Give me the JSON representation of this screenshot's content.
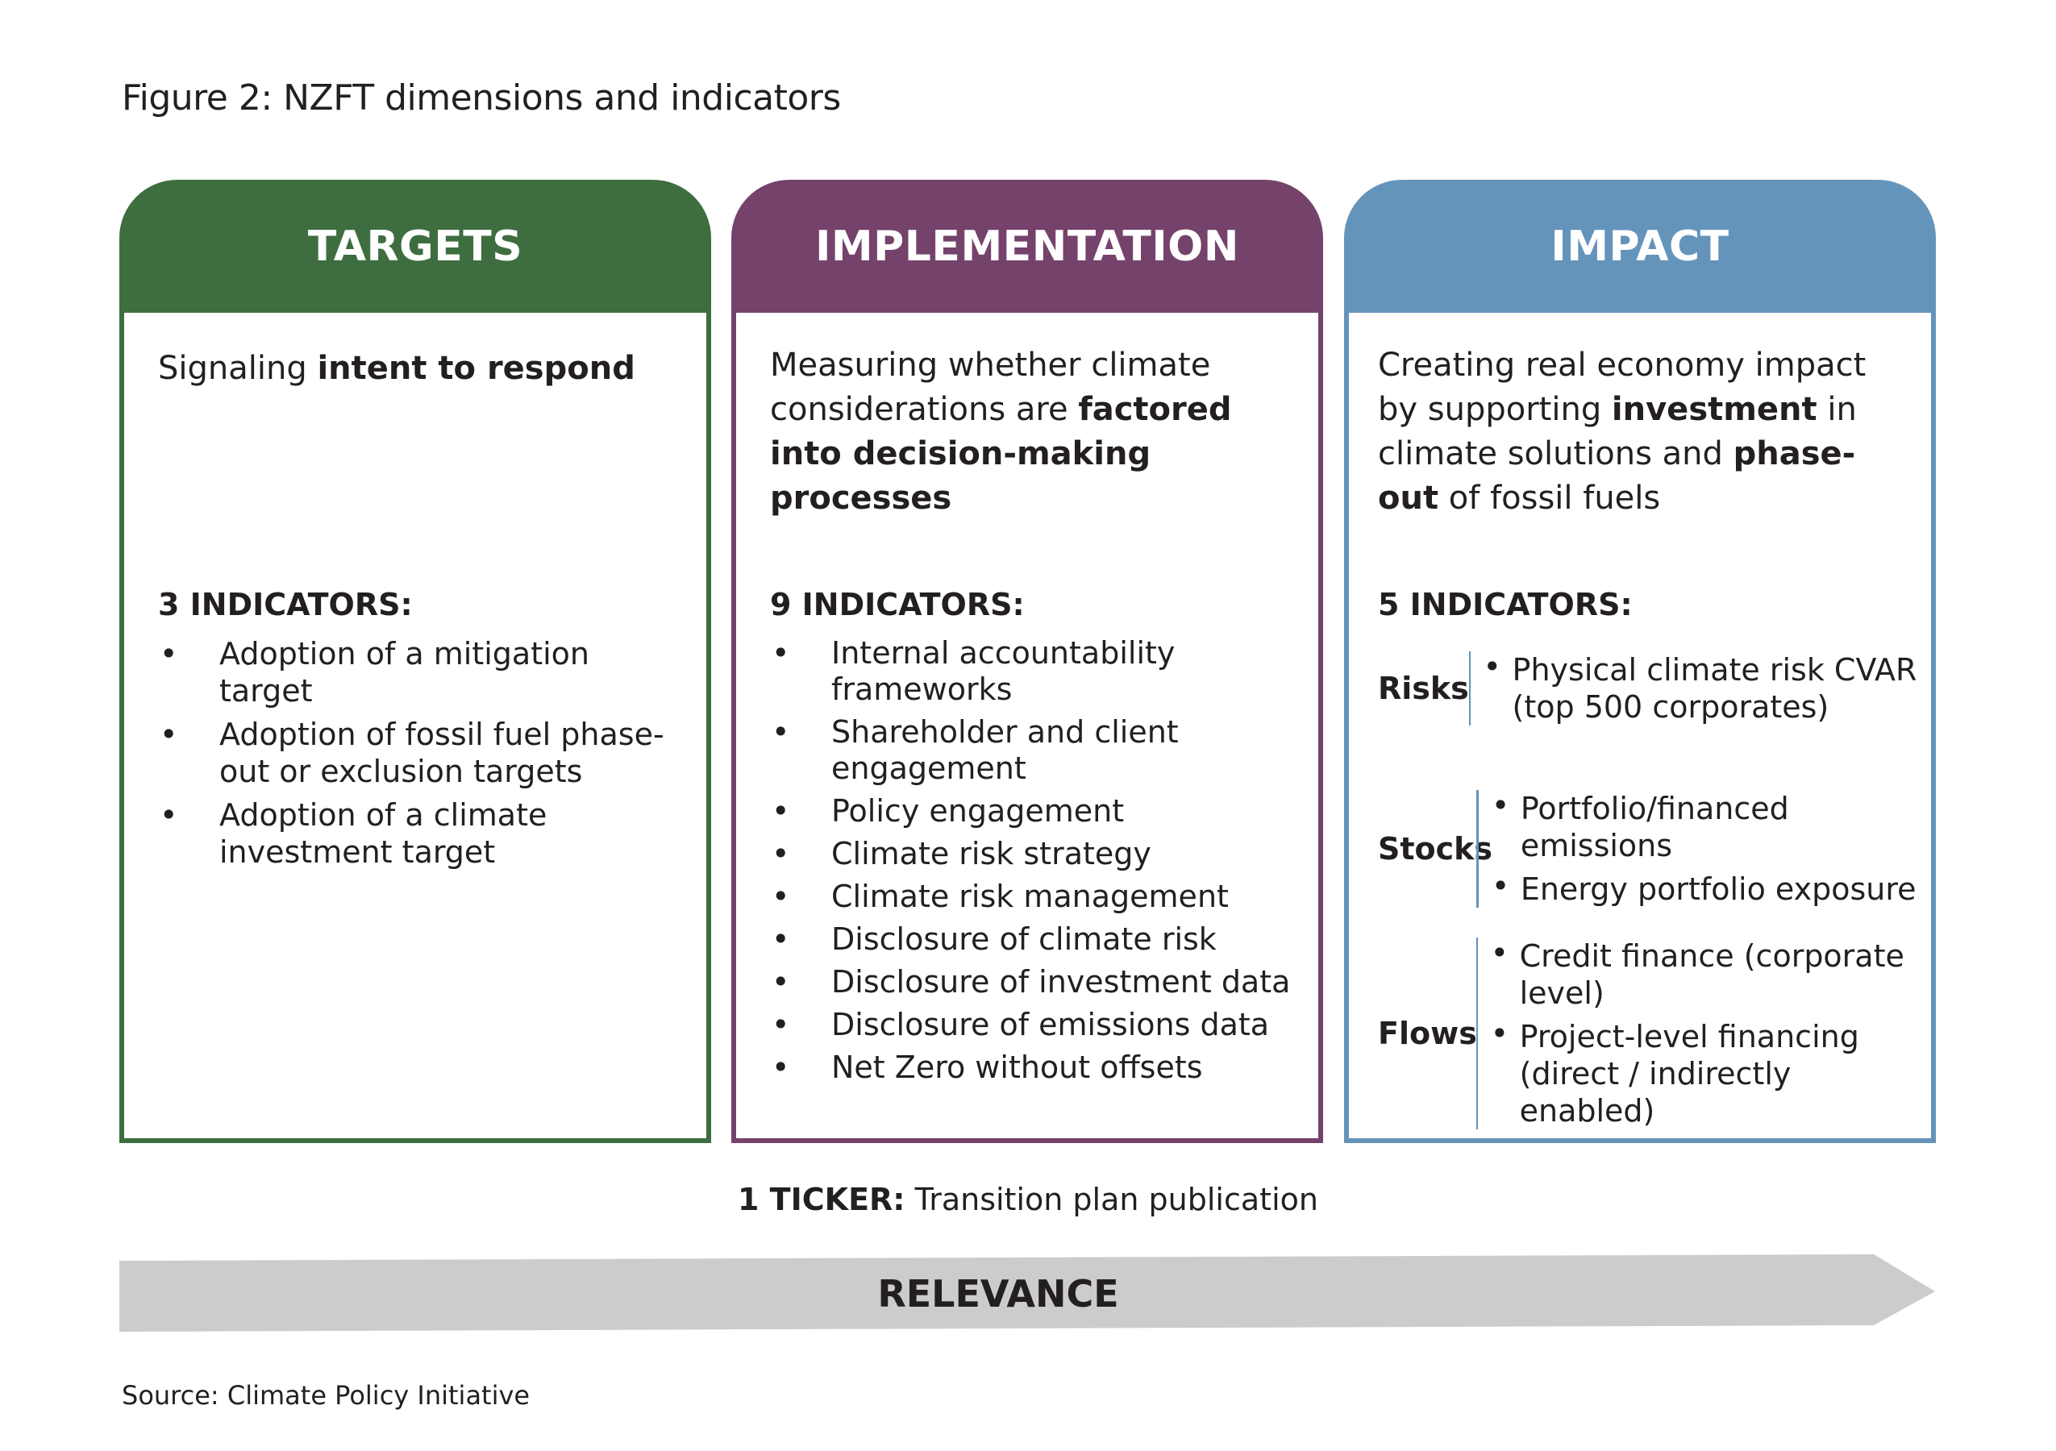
{
  "figure_title": "Figure 2: NZFT dimensions and indicators",
  "columns": [
    {
      "header": "TARGETS",
      "color": "#3e6e3f",
      "intro_plain": "Signaling ",
      "intro_bold": "intent to respond",
      "indicators_title": "3 INDICATORS:",
      "bullet": "•",
      "items": [
        "Adoption of a mitigation target",
        "Adoption of fossil fuel phase-out or exclusion targets",
        "Adoption of a climate investment target"
      ]
    },
    {
      "header": "IMPLEMENTATION",
      "color": "#75426b",
      "intro_plain": "Measuring whether climate considerations are ",
      "intro_bold": "factored into decision-making processes",
      "indicators_title": "9 INDICATORS:",
      "bullet": "•",
      "items": [
        "Internal accountability frameworks",
        "Shareholder and client engagement",
        "Policy engagement",
        "Climate risk strategy",
        "Climate risk management",
        "Disclosure of climate risk",
        "Disclosure of investment data",
        "Disclosure of emissions data",
        "Net Zero without offsets"
      ]
    },
    {
      "header": "IMPACT",
      "color": "#6594bb",
      "intro_parts": [
        {
          "text": "Creating real economy impact by supporting ",
          "bold": false
        },
        {
          "text": "investment",
          "bold": true
        },
        {
          "text": " in climate solutions and ",
          "bold": false
        },
        {
          "text": "phase-out",
          "bold": true
        },
        {
          "text": " of fossil fuels",
          "bold": false
        }
      ],
      "indicators_title": "5 INDICATORS:",
      "bullet": "•",
      "groups": [
        {
          "label": "Risks",
          "items": [
            "Physical climate risk CVAR (top 500 corporates)"
          ]
        },
        {
          "label": "Stocks",
          "items": [
            "Portfolio/financed emissions",
            "Energy portfolio exposure"
          ]
        },
        {
          "label": "Flows",
          "items": [
            "Credit finance (corporate level)",
            "Project-level financing (direct / indirectly enabled)"
          ]
        }
      ]
    }
  ],
  "ticker": {
    "bold": "1 TICKER:",
    "text": " Transition plan publication"
  },
  "arrow": {
    "label": "RELEVANCE",
    "color": "#cccccc"
  },
  "source": "Source: Climate Policy Initiative"
}
